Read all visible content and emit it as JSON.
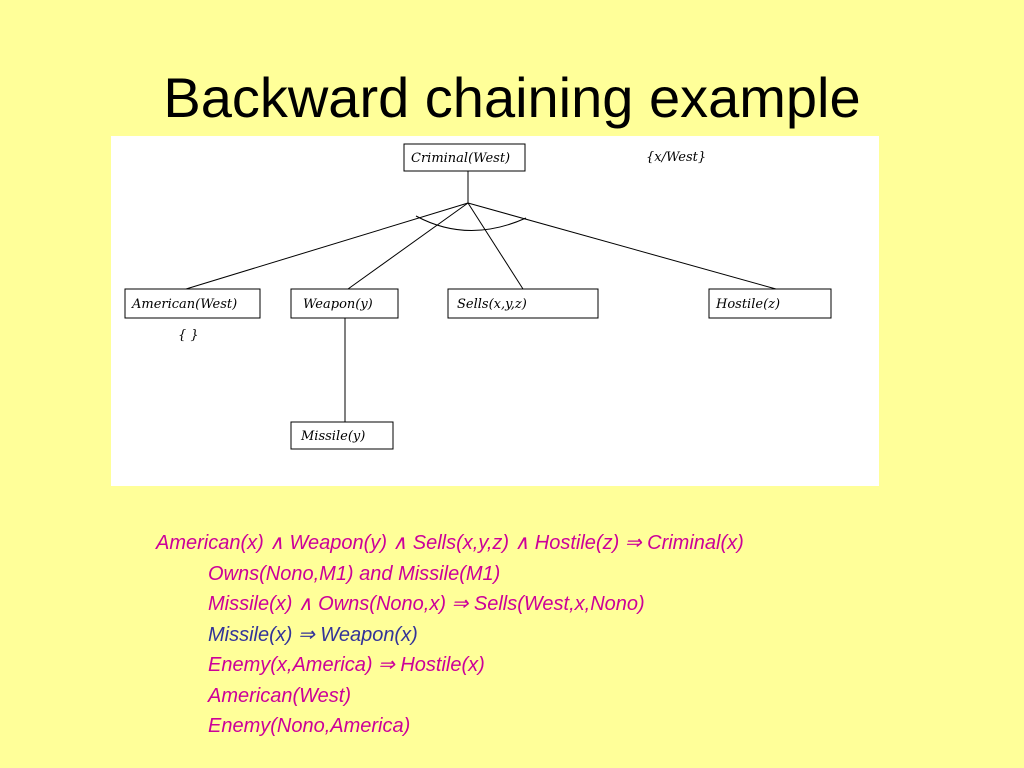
{
  "title": "Backward chaining example",
  "colors": {
    "background": "#ffff99",
    "title": "#000000",
    "rule_magenta": "#cc0099",
    "rule_navy": "#333399",
    "diagram_bg": "#ffffff"
  },
  "tree": {
    "root": {
      "label": "Criminal(West)",
      "substitution": "{x/West}"
    },
    "children": [
      {
        "label": "American(West)",
        "substitution": "{ }"
      },
      {
        "label": "Weapon(y)"
      },
      {
        "label": "Sells(x,y,z)"
      },
      {
        "label": "Hostile(z)"
      }
    ],
    "grandchild": {
      "label": "Missile(y)"
    }
  },
  "rules": [
    {
      "text": "American(x) ∧ Weapon(y) ∧ Sells(x,y,z) ∧ Hostile(z) ⇒ Criminal(x)",
      "color": "#cc0099",
      "indent": false
    },
    {
      "text": "Owns(Nono,M1) and Missile(M1)",
      "color": "#cc0099",
      "indent": true
    },
    {
      "text": "Missile(x) ∧ Owns(Nono,x) ⇒ Sells(West,x,Nono)",
      "color": "#cc0099",
      "indent": true
    },
    {
      "text": "Missile(x) ⇒ Weapon(x)",
      "color": "#333399",
      "indent": true
    },
    {
      "text": "Enemy(x,America) ⇒ Hostile(x)",
      "color": "#cc0099",
      "indent": true
    },
    {
      "text": "American(West)",
      "color": "#cc0099",
      "indent": true
    },
    {
      "text": "Enemy(Nono,America)",
      "color": "#cc0099",
      "indent": true
    }
  ]
}
